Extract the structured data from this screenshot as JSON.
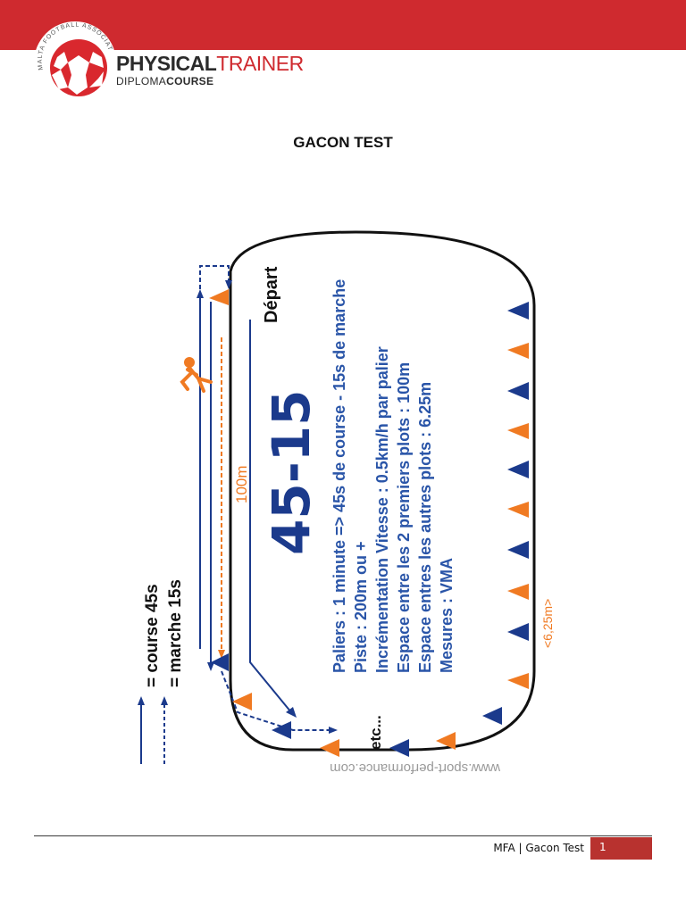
{
  "header": {
    "association_arc": "MALTA FOOTBALL ASSOCIATION",
    "brand_strong": "PHYSICAL",
    "brand_light": "TRAINER",
    "subtitle_light": "DIPLOMA",
    "subtitle_strong": "COURSE",
    "colors": {
      "band": "#cf2a2f",
      "ball_red": "#d9282e"
    }
  },
  "title": "GACON TEST",
  "diagram": {
    "big_title": "45-15",
    "start_label": "Départ",
    "distance_label": "100m",
    "spacing_label": "<6,25m>",
    "etc_label": "etc...",
    "rules": [
      "Paliers : 1 minute => 45s de course - 15s de marche",
      "Piste : 200m ou +",
      "Incrémentation Vitesse : 0.5km/h par palier",
      "Espace entre les 2 premiers plots : 100m",
      "Espace entres les autres plots : 6.25m",
      "Mesures : VMA"
    ],
    "legend": [
      {
        "label": "= course 45s",
        "line": "solid"
      },
      {
        "label": "= marche 15s",
        "line": "dashed"
      }
    ],
    "watermark": "www.sport-performance.com",
    "colors": {
      "navy": "#1b3a8c",
      "orange": "#f07a22",
      "blue_text": "#2a55a8"
    }
  },
  "footer": {
    "text": "MFA | Gacon Test",
    "page_number": "1",
    "colors": {
      "page_box": "#b8322f"
    }
  }
}
